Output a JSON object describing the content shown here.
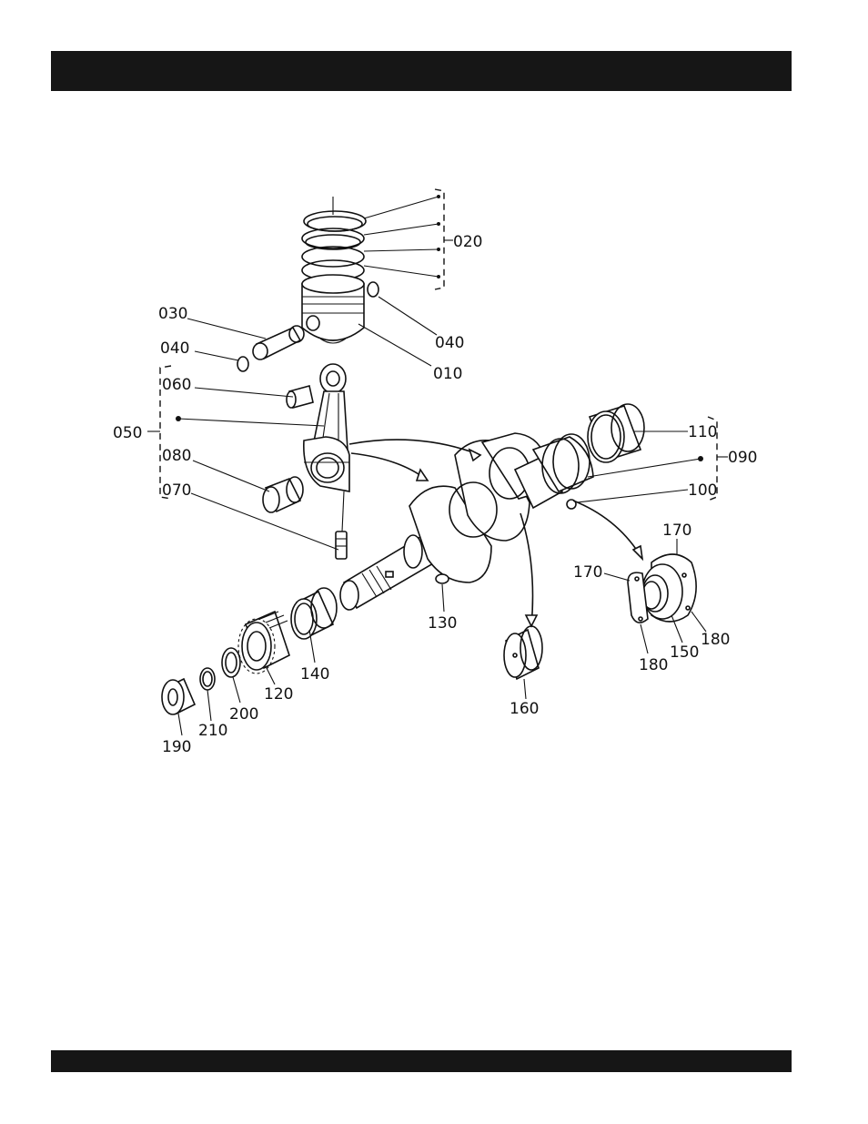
{
  "page": {
    "header_bar_color": "#161616",
    "footer_bar_color": "#161616"
  },
  "diagram": {
    "labels": {
      "p010": "010",
      "p020": "020",
      "p030": "030",
      "p040a": "040",
      "p040b": "040",
      "p050": "050",
      "p060": "060",
      "p070": "070",
      "p080": "080",
      "p090": "090",
      "p100": "100",
      "p110": "110",
      "p120": "120",
      "p130": "130",
      "p140": "140",
      "p150": "150",
      "p160": "160",
      "p170a": "170",
      "p170b": "170",
      "p180a": "180",
      "p180b": "180",
      "p190": "190",
      "p200": "200",
      "p210": "210"
    }
  }
}
